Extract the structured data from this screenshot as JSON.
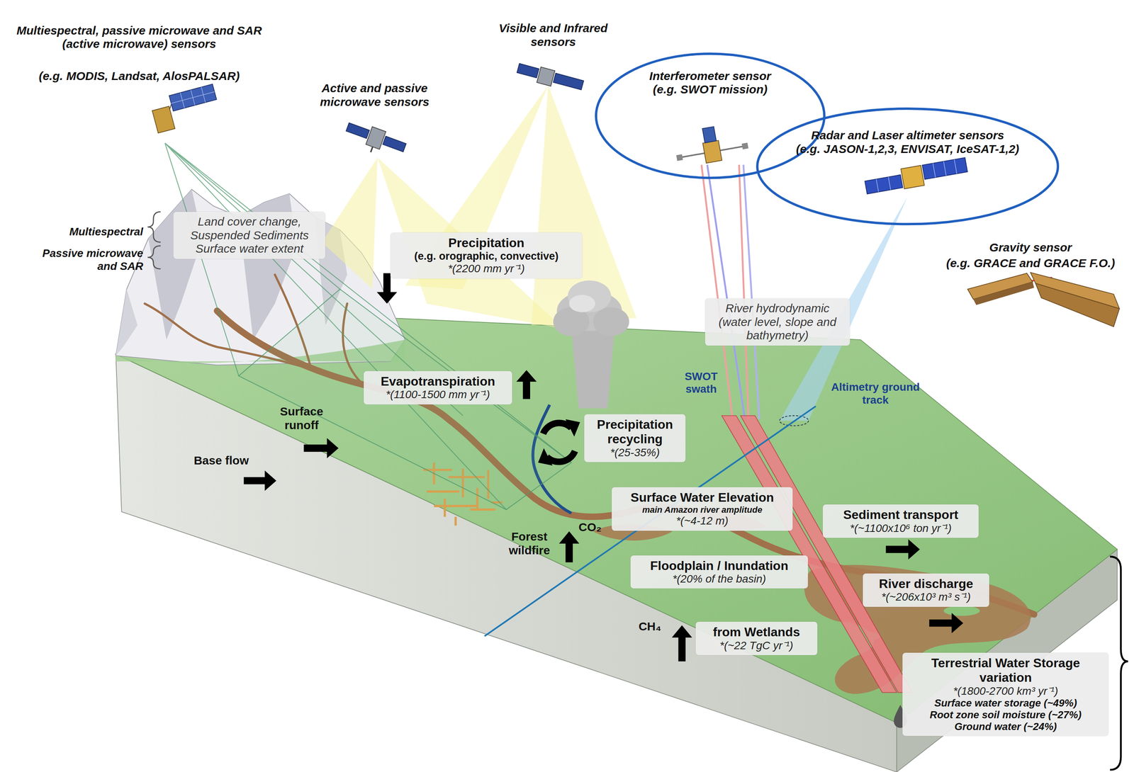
{
  "diagram": {
    "nodes": [
      {
        "text": [
          "Interferometer sensor",
          "(e.g. SWOT mission)"
        ]
      },
      {
        "text": [
          "Radar and Laser altimeter sensors",
          "(e.g. JASON-1,2,3, ENVISAT, IceSAT-1,2)"
        ]
      },
      {
        "text": [
          "Land cover change, Suspended Sediments",
          "Surface water extent"
        ]
      },
      {
        "text": [
          "Precipitation",
          "(e.g. orographic, convective)",
          "*(2200 mm yr⁻¹)"
        ]
      },
      {
        "text": [
          "River hydrodynamic (water level, slope and bathymetry)"
        ]
      },
      {
        "text": [
          "Evapotranspiration",
          "*(1100-1500 mm yr⁻¹)"
        ]
      },
      {
        "text": [
          "Precipitation recycling",
          "*(25-35%)"
        ]
      },
      {
        "text": [
          "Surface Water Elevation",
          "main Amazon river amplitude",
          "*(~4-12 m)"
        ]
      },
      {
        "text": [
          "Floodplain / Inundation",
          "*(20% of the basin)"
        ]
      },
      {
        "text": [
          "Sediment transport",
          "*(~1100x10⁶ ton yr⁻¹)"
        ]
      },
      {
        "text": [
          "River discharge",
          "*(~206x10³ m³ s⁻¹)"
        ]
      },
      {
        "text": [
          "from Wetlands",
          "*(~22 TgC yr⁻¹)"
        ]
      },
      {
        "text": [
          "Terrestrial Water Storage variation",
          "*(1800-2700 km³ yr⁻¹)",
          "Surface water storage (~49%)",
          "Root zone soil moisture (~27%)",
          "Ground water (~24%)"
        ]
      }
    ],
    "labels": [
      "Multiespectral, passive microwave and SAR (active microwave) sensors",
      "(e.g. MODIS, Landsat, AlosPALSAR)",
      "Active and passive microwave sensors",
      "Visible and Infrared sensors",
      "Gravity sensor",
      "(e.g. GRACE and GRACE F.O.)",
      "Multiespectral",
      "Passive microwave and SAR",
      "Surface runoff",
      "Base flow",
      "Forest wildfire",
      "CO₂",
      "CH₄",
      "SWOT swath",
      "Altimetry ground track"
    ]
  }
}
